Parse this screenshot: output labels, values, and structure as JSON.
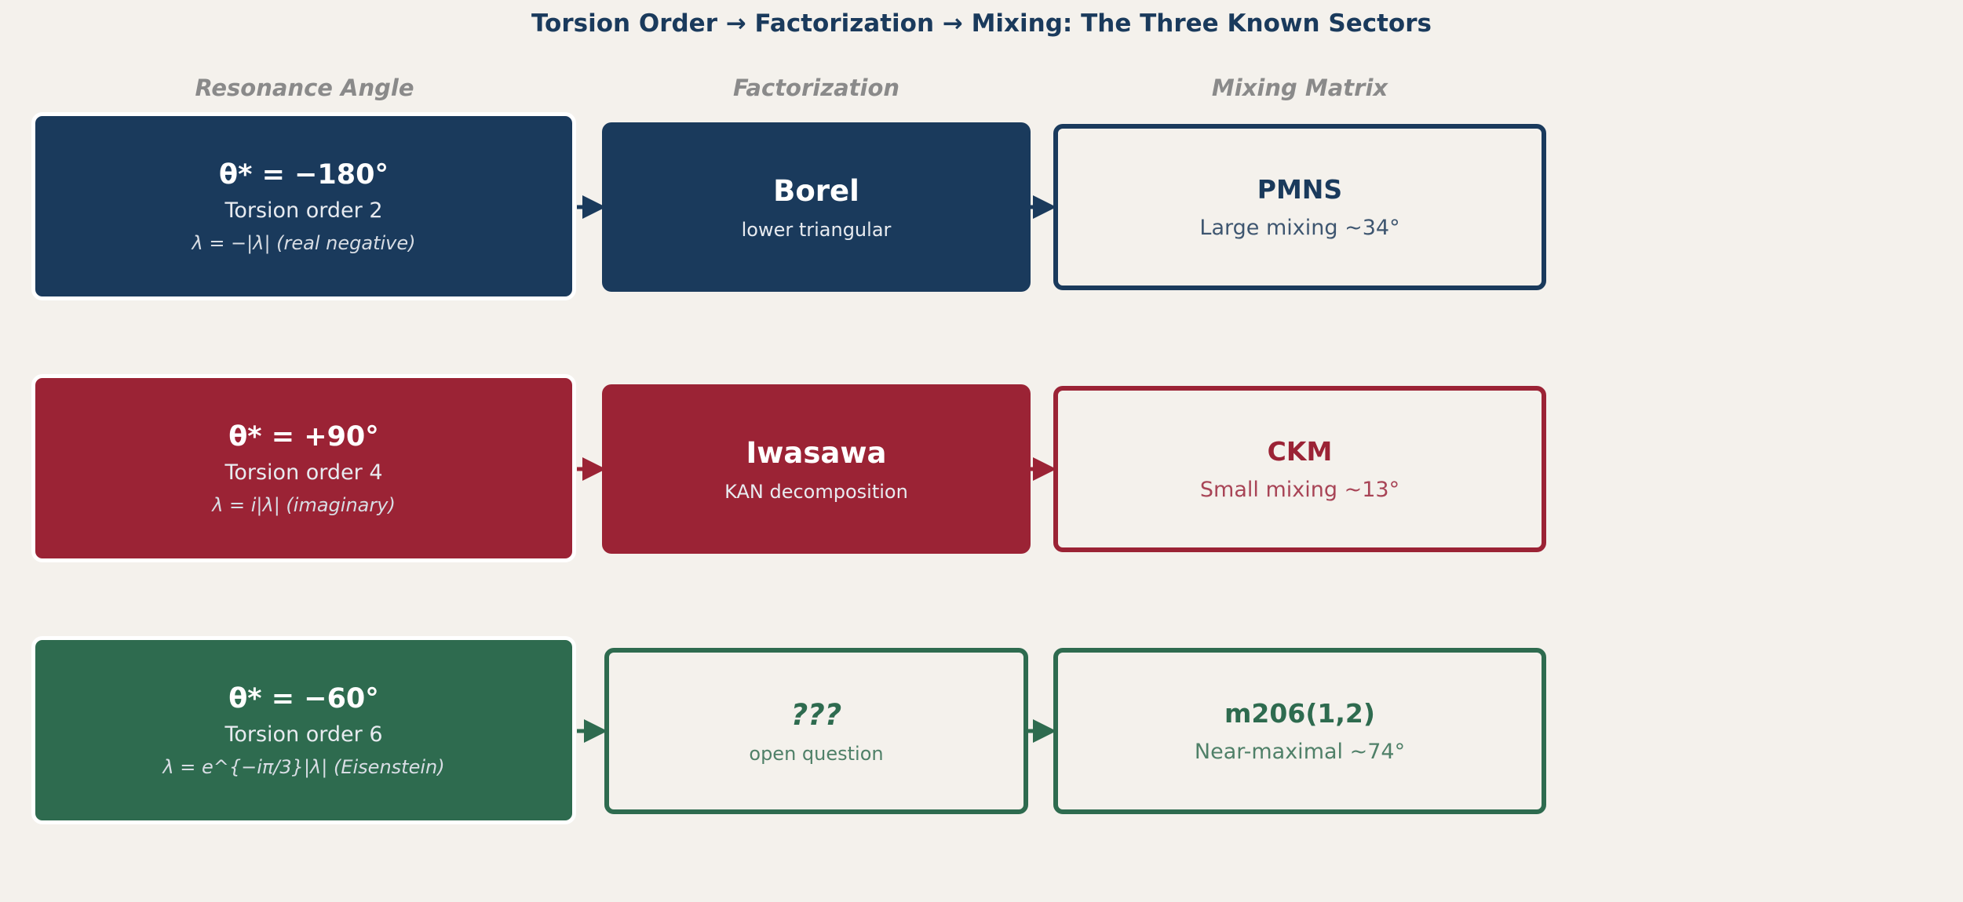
{
  "title": "Torsion Order → Factorization → Mixing: The Three Known Sectors",
  "columns": [
    "Resonance Angle",
    "Factorization",
    "Mixing Matrix"
  ],
  "colors": {
    "navy": "#1a3a5c",
    "crimson": "#9b2335",
    "green": "#2e6b4f",
    "background": "#f4f1ec"
  },
  "rows": [
    {
      "angle": "θ* = −180°",
      "torsion": "Torsion order 2",
      "eigen": "λ = −|λ|  (real negative)",
      "fact_title": "Borel",
      "fact_sub": "lower triangular",
      "mix_title": "PMNS",
      "mix_sub": "Large mixing  ~34°"
    },
    {
      "angle": "θ* = +90°",
      "torsion": "Torsion order 4",
      "eigen": "λ = i|λ|  (imaginary)",
      "fact_title": "Iwasawa",
      "fact_sub": "KAN decomposition",
      "mix_title": "CKM",
      "mix_sub": "Small mixing  ~13°"
    },
    {
      "angle": "θ* = −60°",
      "torsion": "Torsion order 6",
      "eigen": "λ = e^{−iπ/3}|λ|  (Eisenstein)",
      "fact_title": "???",
      "fact_sub": "open question",
      "mix_title": "m206(1,2)",
      "mix_sub": "Near-maximal  ~74°"
    }
  ]
}
